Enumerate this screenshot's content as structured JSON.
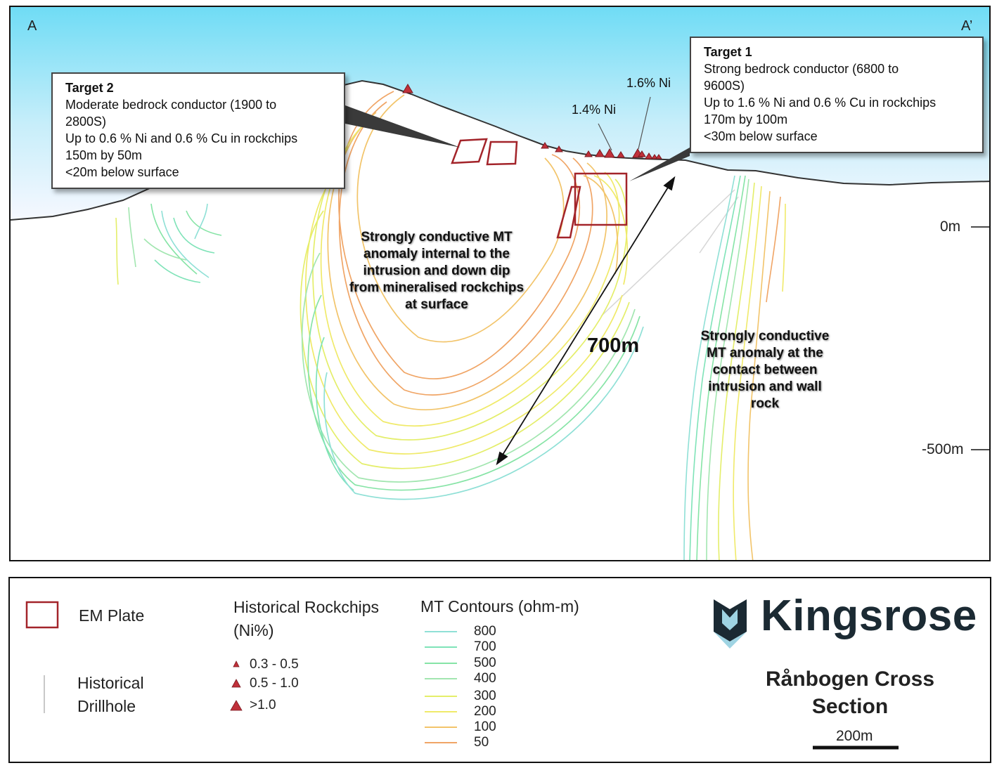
{
  "section": {
    "corner_left": "A",
    "corner_right": "A’",
    "target1": {
      "title": "Target 1",
      "lines": [
        "Strong bedrock conductor (6800 to",
        "9600S)",
        "Up to 1.6 % Ni and 0.6 % Cu in rockchips",
        "170m by 100m",
        "<30m below surface"
      ]
    },
    "target2": {
      "title": "Target 2",
      "lines": [
        "Moderate bedrock conductor (1900 to",
        "2800S)",
        "Up to 0.6 % Ni and 0.6 % Cu in rockchips",
        "150m by 50m",
        "<20m below surface"
      ]
    },
    "ni_label_1": "1.4% Ni",
    "ni_label_2": "1.6% Ni",
    "note_internal": [
      "Strongly conductive MT",
      "anomaly internal to the",
      "intrusion and down dip",
      "from mineralised rockchips",
      "at surface"
    ],
    "note_contact": [
      "Strongly conductive",
      "MT anomaly at the",
      "contact between",
      "intrusion and wall",
      "rock"
    ],
    "distance_label": "700m",
    "depth_labels": [
      "0m",
      "-500m"
    ]
  },
  "legend": {
    "em_plate": "EM Plate",
    "drillhole": [
      "Historical",
      "Drillhole"
    ],
    "rockchips_title": [
      "Historical Rockchips",
      "(Ni%)"
    ],
    "rockchip_classes": [
      "0.3 - 0.5",
      "0.5 - 1.0",
      ">1.0"
    ],
    "mt_title": "MT Contours (ohm-m)",
    "mt_levels": [
      {
        "value": "800",
        "color": "#8fe0d6"
      },
      {
        "value": "700",
        "color": "#7fe3b8"
      },
      {
        "value": "500",
        "color": "#86e4a6"
      },
      {
        "value": "400",
        "color": "#a2e6b0"
      },
      {
        "value": "300",
        "color": "#e4ee6a"
      },
      {
        "value": "200",
        "color": "#f0ea6a"
      },
      {
        "value": "100",
        "color": "#f2c46a"
      },
      {
        "value": "50",
        "color": "#f0a566"
      }
    ],
    "brand": "Kingsrose",
    "map_title": [
      "Rånbogen Cross",
      "Section"
    ],
    "scale": "200m"
  },
  "colors": {
    "em_plate": "#a3242a",
    "rockchip": "#c0303a",
    "sky_top": "#6fdcf5",
    "brand_dark": "#1b2a33",
    "brand_light": "#9fd4e3"
  }
}
